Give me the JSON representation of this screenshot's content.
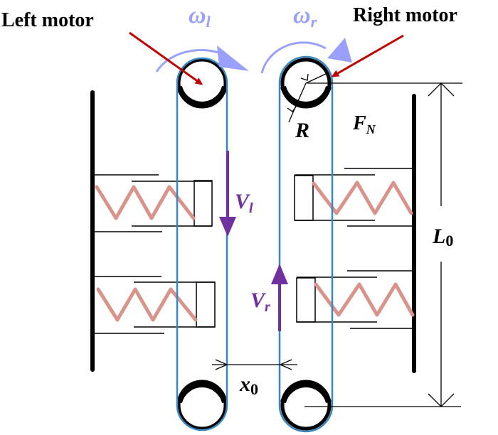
{
  "labels": {
    "left_motor": "Left motor",
    "right_motor": "Right motor",
    "omega": "ω",
    "omega_left_sub": "l",
    "omega_right_sub": "r",
    "v": "V",
    "v_left_sub": "l",
    "v_right_sub": "r",
    "radius": "R",
    "force": "F",
    "force_sub": "N",
    "length": "L",
    "length_sub": "0",
    "gap": "x",
    "gap_sub": "0"
  },
  "colors": {
    "belt": "#3a86bf",
    "pulley": "#000000",
    "motor_arrow": "#c00000",
    "rotation_arrow": "#9aa0ff",
    "velocity_arrow": "#7030a0",
    "spring": "#d9938a",
    "wall": "#000000"
  }
}
